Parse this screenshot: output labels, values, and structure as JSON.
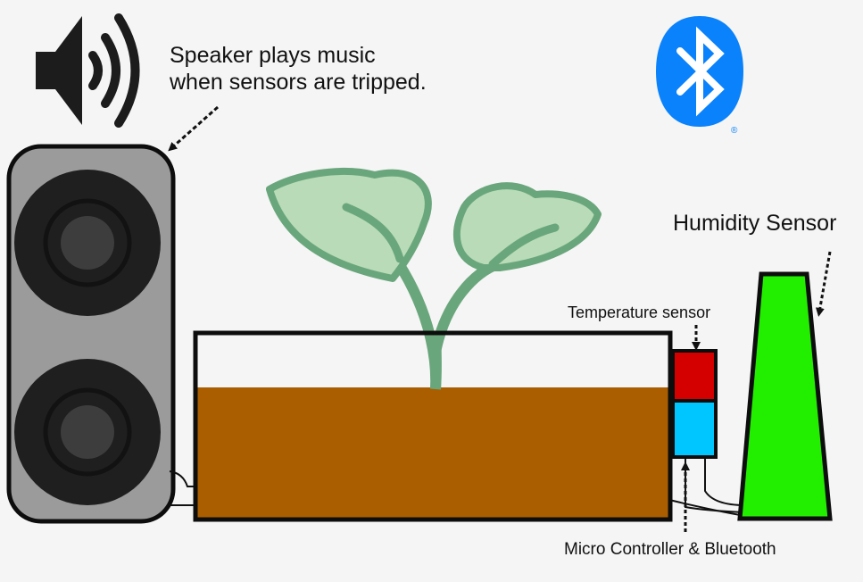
{
  "labels": {
    "speaker": [
      "Speaker plays music",
      "when sensors are tripped."
    ],
    "humidity": "Humidity Sensor",
    "temperature": "Temperature sensor",
    "controller": "Micro Controller & Bluetooth",
    "registered_mark": "®"
  },
  "colors": {
    "background": "#f5f5f5",
    "soil": "#aa5e00",
    "leaf_fill": "#b9dbb7",
    "leaf_stroke": "#6aa67c",
    "temperature_sensor": "#d40000",
    "controller": "#00c6ff",
    "humidity_sensor": "#22ee00",
    "bluetooth": "#0a82fb",
    "speaker_body": "#9b9b9b"
  },
  "icons": [
    "speaker-volume-icon",
    "bluetooth-icon"
  ]
}
